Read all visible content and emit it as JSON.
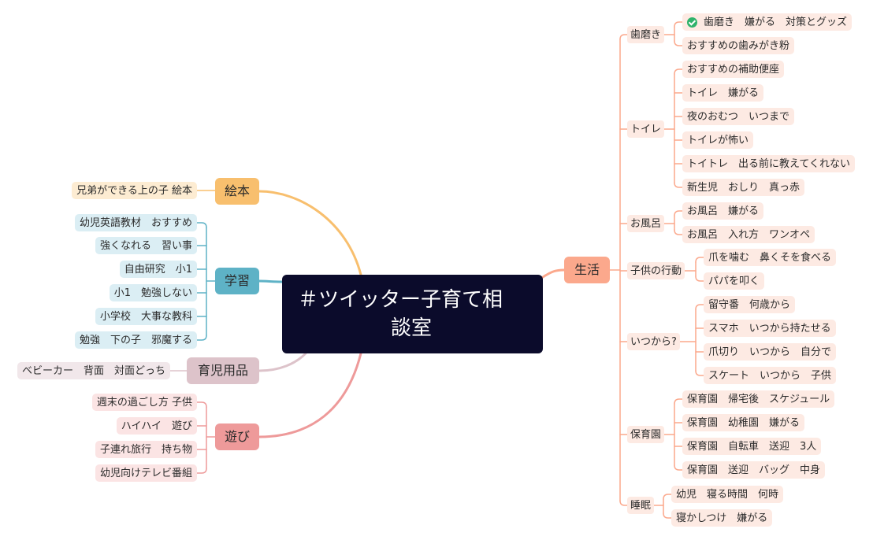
{
  "center": {
    "line1": "＃ツイッター子育て相",
    "line2": "談室"
  },
  "colors": {
    "ehon": "#f8bf6e",
    "gakushu": "#5eb2c6",
    "ikuji": "#ddc3ca",
    "asobi": "#ee9a9a",
    "seikatsu": "#fba88c",
    "center_bg": "#0b0b2b"
  },
  "left": {
    "ehon": {
      "label": "絵本",
      "items": [
        "兄弟ができる上の子 絵本"
      ]
    },
    "gakushu": {
      "label": "学習",
      "items": [
        "幼児英語教材　おすすめ",
        "強くなれる　習い事",
        "自由研究　小1",
        "小1　勉強しない",
        "小学校　大事な教科",
        "勉強　下の子　邪魔する"
      ]
    },
    "ikuji": {
      "label": "育児用品",
      "items": [
        "ベビーカー　背面　対面どっち"
      ]
    },
    "asobi": {
      "label": "遊び",
      "items": [
        "週末の過ごし方 子供",
        "ハイハイ　遊び",
        "子連れ旅行　持ち物",
        "幼児向けテレビ番組"
      ]
    }
  },
  "seikatsu": {
    "label": "生活",
    "groups": [
      {
        "label": "歯磨き",
        "items": [
          "歯磨き　嫌がる　対策とグッズ",
          "おすすめの歯みがき粉"
        ],
        "checked_first": true
      },
      {
        "label": "トイレ",
        "items": [
          "おすすめの補助便座",
          "トイレ　嫌がる",
          "夜のおむつ　いつまで",
          "トイレが怖い",
          "トイトレ　出る前に教えてくれない",
          "新生児　おしり　真っ赤"
        ]
      },
      {
        "label": "お風呂",
        "items": [
          "お風呂　嫌がる",
          "お風呂　入れ方　ワンオペ"
        ]
      },
      {
        "label": "子供の行動",
        "items": [
          "爪を噛む　鼻くそを食べる",
          "パパを叩く"
        ]
      },
      {
        "label": "いつから?",
        "items": [
          "留守番　何歳から",
          "スマホ　いつから持たせる",
          "爪切り　いつから　自分で",
          "スケート　いつから　子供"
        ]
      },
      {
        "label": "保育園",
        "items": [
          "保育園　帰宅後　スケジュール",
          "保育園　幼稚園　嫌がる",
          "保育園　自転車　送迎　3人",
          "保育園　送迎　バッグ　中身"
        ]
      },
      {
        "label": "睡眠",
        "items": [
          "幼児　寝る時間　何時",
          "寝かしつけ　嫌がる"
        ]
      }
    ]
  },
  "icons": {
    "check": "check-circle-icon"
  }
}
